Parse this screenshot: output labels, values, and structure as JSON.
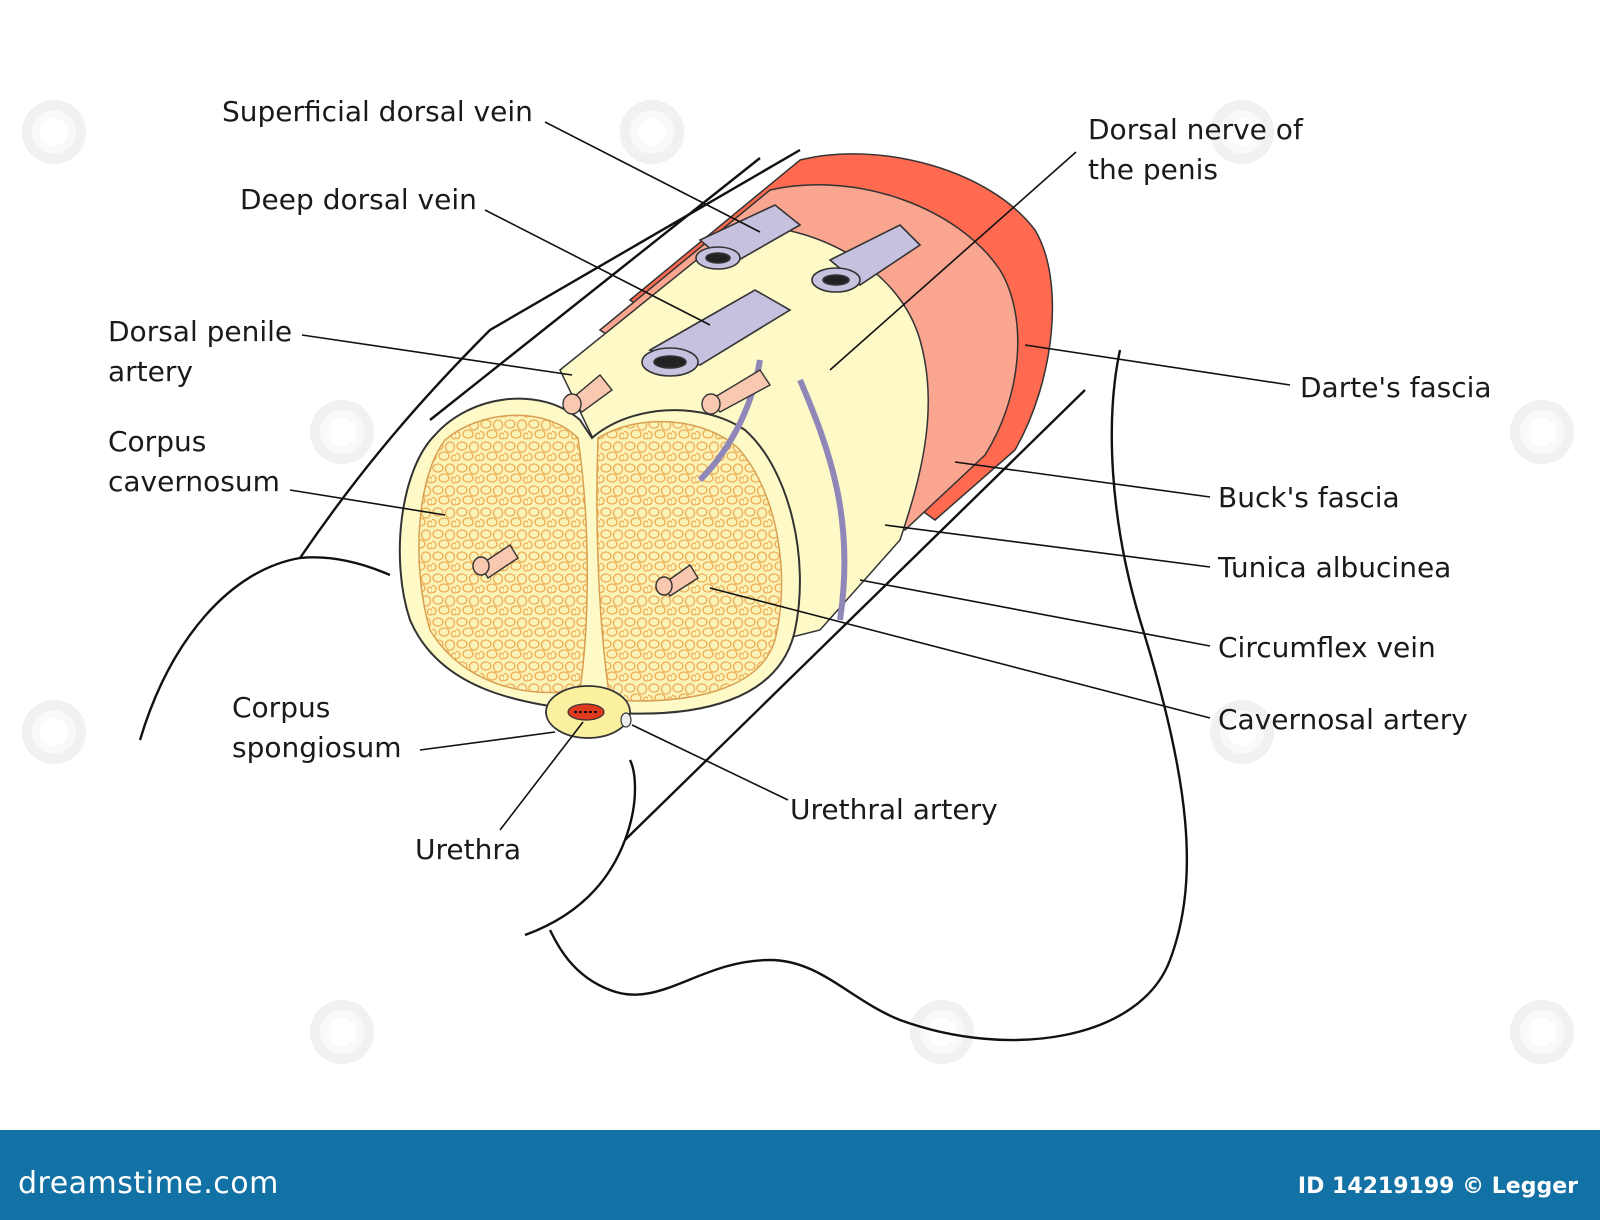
{
  "labels": {
    "superficial_dorsal_vein": "Superficial dorsal vein",
    "deep_dorsal_vein": "Deep dorsal vein",
    "dorsal_penile_artery_1": "Dorsal penile",
    "dorsal_penile_artery_2": "artery",
    "corpus_cavernosum_1": "Corpus",
    "corpus_cavernosum_2": "cavernosum",
    "corpus_spongiosum_1": "Corpus",
    "corpus_spongiosum_2": "spongiosum",
    "urethra": "Urethra",
    "urethral_artery": "Urethral artery",
    "dorsal_nerve_1": "Dorsal nerve of",
    "dorsal_nerve_2": "the penis",
    "dartes_fascia": "Darte's fascia",
    "bucks_fascia": "Buck's fascia",
    "tunica_albucinea": "Tunica albucinea",
    "circumflex_vein": "Circumflex vein",
    "cavernosal_artery": "Cavernosal artery"
  },
  "footer": {
    "brand": "dreamstime.com",
    "credit": "ID 14219199 © Legger"
  },
  "colors": {
    "dartos": "#ff6a50",
    "bucks": "#f9a590",
    "tunica": "#fdfac8",
    "cavernosum_fill": "#fbf2b8",
    "sinusoid": "#f0b050",
    "vein": "#c7c1e0",
    "artery": "#f8c8b0",
    "footer_bg": "#1372a5"
  }
}
